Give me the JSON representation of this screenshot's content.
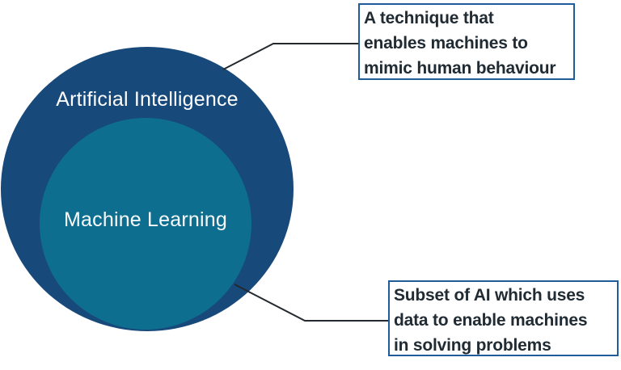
{
  "diagram": {
    "outer_circle": {
      "label": "Artificial Intelligence",
      "fill_color": "#17497B",
      "label_color": "#FFFFFF"
    },
    "inner_circle": {
      "label": "Machine Learning",
      "fill_color": "#0E6E90",
      "label_color": "#F7FBFD"
    }
  },
  "annotations": {
    "top_box": {
      "lines": [
        "A technique that",
        "enables machines to",
        "mimic human behaviour"
      ],
      "border_color": "#1F5C99",
      "text_color": "#202B33"
    },
    "bottom_box": {
      "lines": [
        "Subset of AI which uses",
        "data to enable machines",
        "in solving problems"
      ],
      "border_color": "#1F5C99",
      "text_color": "#202B33"
    }
  },
  "connectors": {
    "line_color": "#23292E"
  }
}
